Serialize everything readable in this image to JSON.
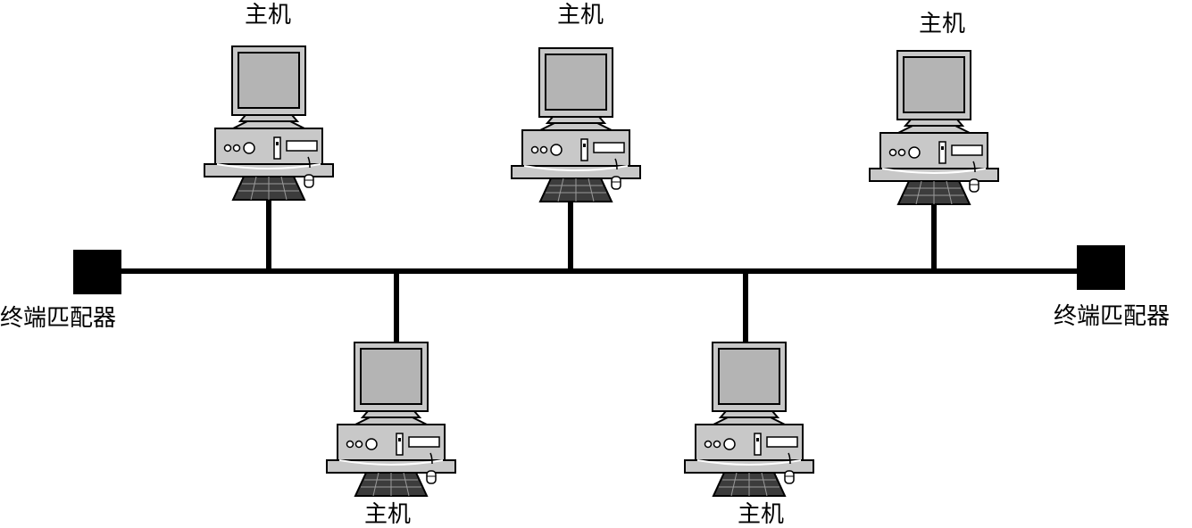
{
  "hosts": [
    {
      "label": "主机"
    },
    {
      "label": "主机"
    },
    {
      "label": "主机"
    },
    {
      "label": "主机"
    },
    {
      "label": "主机"
    }
  ],
  "terminators": [
    {
      "label": "终端匹配器"
    },
    {
      "label": "终端匹配器"
    }
  ],
  "colors": {
    "line": "#000000",
    "device_fill": "#c8c8c8",
    "screen_fill": "#b4b4b4",
    "terminator": "#000000"
  }
}
